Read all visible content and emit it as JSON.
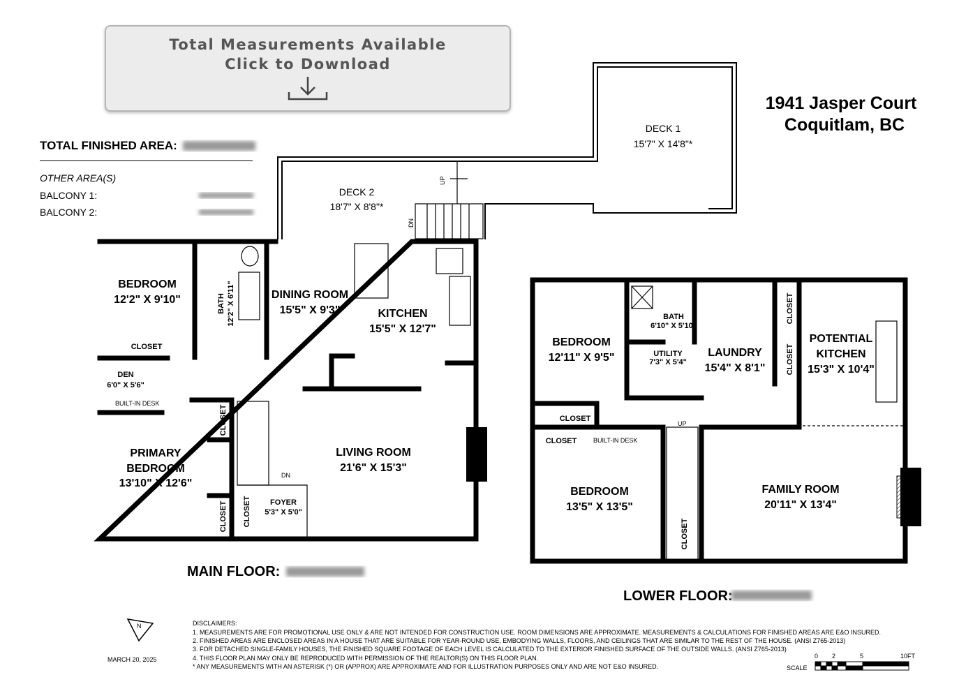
{
  "download_banner": {
    "line1": "Total Measurements Available",
    "line2": "Click to Download",
    "icon": "download-icon"
  },
  "address": {
    "line1": "1941 Jasper Court",
    "line2": "Coquitlam, BC"
  },
  "summary": {
    "total_label": "TOTAL FINISHED AREA:",
    "other_label": "OTHER AREA(S)",
    "balcony1": "BALCONY 1:",
    "balcony2": "BALCONY 2:"
  },
  "decks": [
    {
      "name": "DECK 1",
      "dims": "15'7\" X 14'8\"*"
    },
    {
      "name": "DECK 2",
      "dims": "18'7\" X 8'8\"*"
    }
  ],
  "main_floor": {
    "label": "MAIN FLOOR:",
    "rooms": [
      {
        "name": "BEDROOM",
        "dims": "12'2\" X 9'10\""
      },
      {
        "name": "BATH",
        "dims": "12'2\" X 6'11\""
      },
      {
        "name": "DINING ROOM",
        "dims": "15'5\" X 9'3\""
      },
      {
        "name": "KITCHEN",
        "dims": "15'5\" X 12'7\""
      },
      {
        "name": "DEN",
        "dims": "6'0\" X 5'6\""
      },
      {
        "name": "PRIMARY",
        "dims": "BEDROOM",
        "dims2": "13'10\" X 12'6\""
      },
      {
        "name": "LIVING ROOM",
        "dims": "21'6\" X 15'3\""
      },
      {
        "name": "FOYER",
        "dims": "5'3\" X 5'0\""
      }
    ],
    "closet": "CLOSET",
    "built_in_desk": "BUILT-IN DESK",
    "up": "UP",
    "dn": "DN"
  },
  "lower_floor": {
    "label": "LOWER FLOOR:",
    "rooms": [
      {
        "name": "BEDROOM",
        "dims": "12'11\" X 9'5\""
      },
      {
        "name": "BATH",
        "dims": "6'10\" X 5'10\""
      },
      {
        "name": "UTILITY",
        "dims": "7'3\" X 5'4\""
      },
      {
        "name": "LAUNDRY",
        "dims": "15'4\" X 8'1\""
      },
      {
        "name": "POTENTIAL",
        "dims": "KITCHEN",
        "dims2": "15'3\" X 10'4\""
      },
      {
        "name": "BEDROOM",
        "dims": "13'5\" X 13'5\""
      },
      {
        "name": "FAMILY ROOM",
        "dims": "20'11\" X 13'4\""
      }
    ],
    "closet": "CLOSET",
    "built_in_desk": "BUILT-IN DESK",
    "up": "UP"
  },
  "footer": {
    "date": "MARCH 20, 2025",
    "north": "N",
    "disclaimers_title": "DISCLAIMERS:",
    "disclaimers": [
      "1. MEASUREMENTS ARE FOR PROMOTIONAL USE ONLY & ARE NOT INTENDED FOR CONSTRUCTION USE. ROOM DIMENSIONS ARE APPROXIMATE. MEASUREMENTS & CALCULATIONS FOR FINISHED AREAS ARE E&O INSURED.",
      "2. FINISHED AREAS ARE ENCLOSED AREAS IN A HOUSE THAT ARE SUITABLE FOR YEAR-ROUND USE, EMBODYING WALLS, FLOORS, AND CEILINGS THAT ARE SIMILAR TO THE REST OF THE HOUSE. (ANSI Z765-2013)",
      "3. FOR DETACHED SINGLE-FAMILY HOUSES, THE FINISHED SQUARE FOOTAGE OF EACH LEVEL IS CALCULATED TO THE EXTERIOR FINISHED SURFACE OF THE OUTSIDE WALLS. (ANSI Z765-2013)",
      "4. THIS FLOOR PLAN MAY ONLY BE REPRODUCED WITH PERMISSION OF THE REALTOR(S) ON THIS FLOOR PLAN.",
      "* ANY MEASUREMENTS WITH AN ASTERISK (*) OR (APPROX) ARE APPROXIMATE AND FOR ILLUSTRATION PURPOSES ONLY AND ARE NOT E&O INSURED."
    ],
    "scale_label": "SCALE",
    "scale_ticks": [
      "0",
      "2",
      "5",
      "10FT"
    ]
  }
}
